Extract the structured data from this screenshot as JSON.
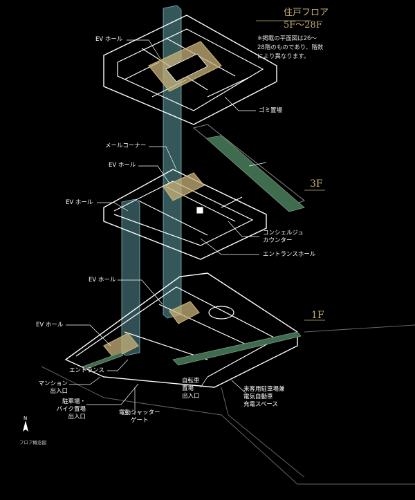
{
  "header": {
    "title": "住戸フロア",
    "floors": "5F〜28F",
    "note_lines": [
      "※掲載の平面図は26〜",
      "28階のものであり、階数",
      "により異なります。"
    ]
  },
  "floor_tags": {
    "third": "3F",
    "first": "1F"
  },
  "labels": {
    "upper_ev_hall": "EV ホール",
    "garbage": "ゴミ置場",
    "mail_corner": "メールコーナー",
    "mid_ev_hall_1": "EV ホール",
    "mid_ev_hall_2": "EV ホール",
    "concierge_1": "コンシェルジュ",
    "concierge_2": "カウンター",
    "entrance_hall": "エントランスホール",
    "low_ev_hall_1": "EV ホール",
    "low_ev_hall_2": "EV ホール",
    "entrance": "エントランス",
    "mansion_entry_1": "マンション",
    "mansion_entry_2": "出入口",
    "parking_entry_1": "駐車場・",
    "parking_entry_2": "バイク置場",
    "parking_entry_3": "出入口",
    "shutter_1": "電動シャッター",
    "shutter_2": "ゲート",
    "bicycle_1": "自転車",
    "bicycle_2": "置場",
    "bicycle_3": "出入口",
    "ev_parking_1": "来客用駐車場兼",
    "ev_parking_2": "電気自動車",
    "ev_parking_3": "充電スペース"
  },
  "compass": {
    "north": "N",
    "caption": "フロア概念図"
  },
  "colors": {
    "background": "#000000",
    "accent": "#c8b27a",
    "elevator_shaft": "#5f9ea4",
    "green_area": "#3f6b4f",
    "floor_line": "#ffffff"
  }
}
